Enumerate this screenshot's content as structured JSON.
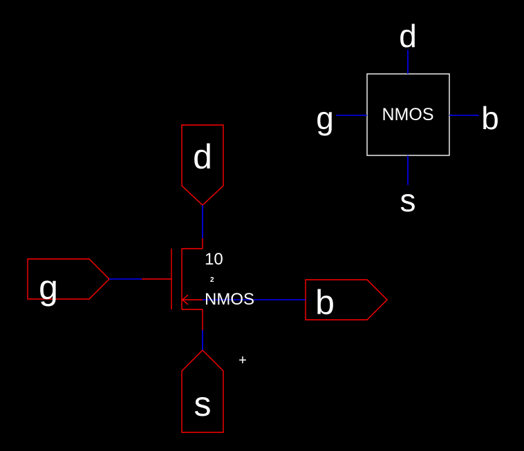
{
  "colors": {
    "background": "#000000",
    "pin_outline": "#ff0000",
    "device_lines": "#ff0000",
    "wire": "#0000ff",
    "symbol_box": "#ffffff",
    "text": "#ffffff"
  },
  "schematic": {
    "pins": {
      "d": {
        "label": "d"
      },
      "g": {
        "label": "g"
      },
      "b": {
        "label": "b"
      },
      "s": {
        "label": "s"
      }
    },
    "transistor": {
      "param_top": "10",
      "param_small": "2",
      "model": "NMOS"
    },
    "cursor_glyph": "+"
  },
  "symbol": {
    "box_label": "NMOS",
    "pins": {
      "d": "d",
      "g": "g",
      "b": "b",
      "s": "s"
    }
  }
}
